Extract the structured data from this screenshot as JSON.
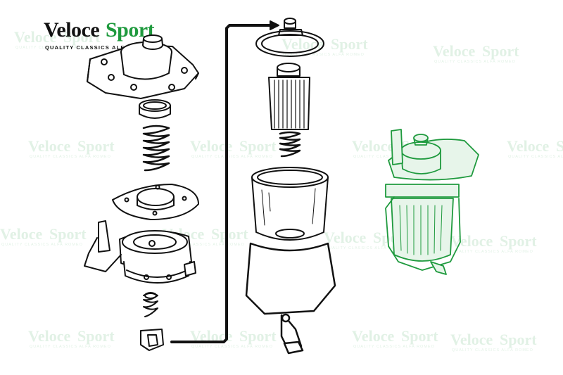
{
  "brand": {
    "name_part1": "Veloce",
    "name_part2": "Sport",
    "tagline": "QUALITY CLASSICS ALFA RO",
    "accent_color": "#1f9a3e"
  },
  "watermark": {
    "name_part1": "Veloce",
    "name_part2": "Sport",
    "tagline": "QUALITY CLASSICS ALFA ROMEO"
  },
  "diagram": {
    "subject": "fuel filter / pump exploded view",
    "line_color": "#111111",
    "highlight_color": "#1f9a3e"
  }
}
